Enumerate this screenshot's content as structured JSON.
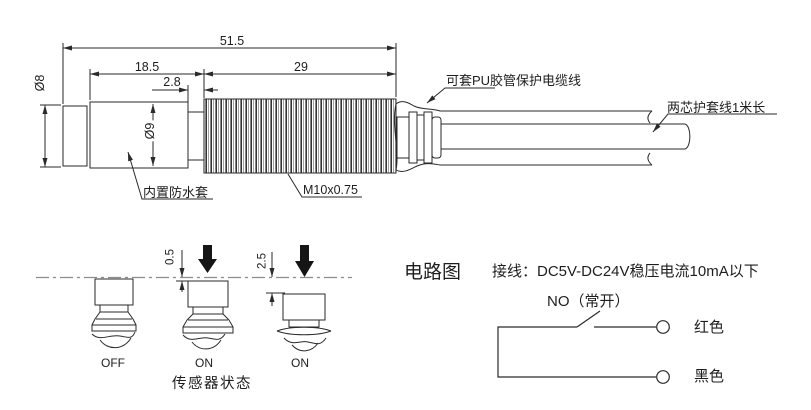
{
  "page": {
    "background": "#ffffff",
    "line_color": "#2a2a2a"
  },
  "outline_drawing": {
    "dim_total_length": "51.5",
    "dim_body_length": "18.5",
    "dim_neck_length": "2.8",
    "dim_thread_length": "29",
    "dim_tip_diameter": "Ø8",
    "dim_body_diameter": "Ø9",
    "thread_spec": "M10x0.75",
    "label_waterproof_sleeve": "内置防水套",
    "label_pu_tube": "可套PU胶管保护电缆线",
    "label_cable": "两芯护套线1米长"
  },
  "sensor_states": {
    "dim_trigger_min": "0.5",
    "dim_trigger_max": "2.5",
    "state_off": "OFF",
    "state_on_mid": "ON",
    "state_on_full": "ON",
    "caption": "传感器状态"
  },
  "circuit": {
    "title": "电路图",
    "wiring_note": "接线：DC5V-DC24V稳压电流10mA以下",
    "switch_label": "NO（常开）",
    "terminal_red_label": "红色",
    "terminal_black_label": "黑色"
  }
}
